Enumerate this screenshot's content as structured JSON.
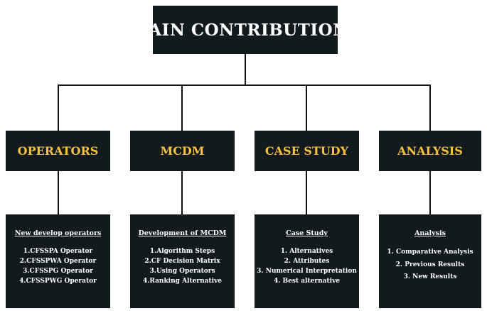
{
  "root": {
    "title": "MAIN CONTRIBUTIONS"
  },
  "categories": [
    {
      "title": "OPERATORS",
      "heading": "New develop operators",
      "items": [
        "1.CFSSPA Operator",
        "2.CFSSPWA Operator",
        "3.CFSSPG Operator",
        "4.CFSSPWG Operator"
      ]
    },
    {
      "title": "MCDM",
      "heading": "Development of MCDM",
      "items": [
        "1.Algorithm Steps",
        "2.CF Decision Matrix",
        "3.Using Operators",
        "4.Ranking Alternative"
      ]
    },
    {
      "title": "CASE STUDY",
      "heading": "Case Study",
      "items": [
        "1. Alternatives",
        "2. Attributes",
        "3. Numerical Interpretation",
        "4. Best alternative"
      ]
    },
    {
      "title": "ANALYSIS",
      "heading": "Analysis",
      "items": [
        "1. Comparative Analysis",
        "2. Previous Results",
        "3. New Results"
      ]
    }
  ],
  "colors": {
    "box": "#121a1e",
    "root_text": "#ffffff",
    "category_text": "#f6c23d",
    "detail_text": "#ffffff",
    "connector": "#111111"
  }
}
